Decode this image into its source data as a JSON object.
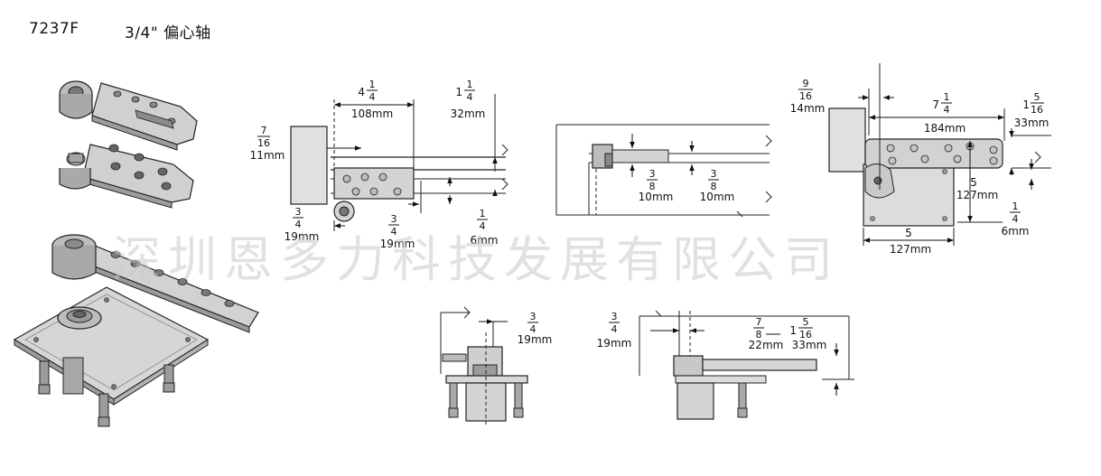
{
  "header": {
    "model": "7237F",
    "title": "3/4\" 偏心轴"
  },
  "watermark": "深圳恩多力科技发展有限公司",
  "views": {
    "side_view": {
      "d1": {
        "whole": "",
        "num": "7",
        "den": "16",
        "mm": "11mm"
      },
      "d2": {
        "whole": "4",
        "num": "1",
        "den": "4",
        "mm": "108mm"
      },
      "d3": {
        "whole": "1",
        "num": "1",
        "den": "4",
        "mm": "32mm"
      },
      "d4": {
        "whole": "",
        "num": "3",
        "den": "4",
        "mm": "19mm"
      },
      "d5": {
        "whole": "",
        "num": "3",
        "den": "4",
        "mm": "19mm"
      },
      "d6": {
        "whole": "",
        "num": "1",
        "den": "4",
        "mm": "6mm"
      }
    },
    "section_view": {
      "d1": {
        "whole": "",
        "num": "3",
        "den": "8",
        "mm": "10mm"
      },
      "d2": {
        "whole": "",
        "num": "3",
        "den": "8",
        "mm": "10mm"
      }
    },
    "top_view": {
      "d1": {
        "whole": "",
        "num": "9",
        "den": "16",
        "mm": "14mm"
      },
      "d2": {
        "whole": "7",
        "num": "1",
        "den": "4",
        "mm": "184mm"
      },
      "d3": {
        "whole": "1",
        "num": "5",
        "den": "16",
        "mm": "33mm"
      },
      "d4": {
        "whole": "5",
        "num": "",
        "den": "",
        "mm": "127mm"
      },
      "d5": {
        "whole": "",
        "num": "1",
        "den": "4",
        "mm": "6mm"
      },
      "d6": {
        "whole": "5",
        "num": "",
        "den": "",
        "mm": "127mm"
      }
    },
    "front_view": {
      "d1": {
        "whole": "",
        "num": "3",
        "den": "4",
        "mm": "19mm"
      }
    },
    "end_view": {
      "d1": {
        "whole": "",
        "num": "3",
        "den": "4",
        "mm": "19mm"
      },
      "d2": {
        "whole": "",
        "num": "7",
        "den": "8",
        "mm": "22mm"
      },
      "d3": {
        "whole": "1",
        "num": "5",
        "den": "16",
        "mm": "33mm"
      }
    }
  },
  "colors": {
    "metal": "#d4d4d4",
    "metal_dark": "#8d8d8d",
    "metal_light": "#ececec",
    "line": "#222222",
    "watermark": "#c9c9c9"
  }
}
